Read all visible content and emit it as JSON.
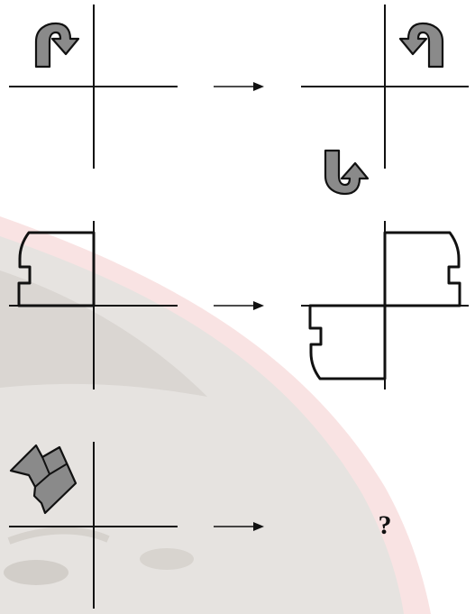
{
  "colors": {
    "background": "#ffffff",
    "watermark_face": "#e2dfdc",
    "watermark_rim": "#f7d6d6",
    "axis": "#111111",
    "shape_fill": "#8a8a8a",
    "shape_stroke": "#111111"
  },
  "icons": {
    "row1_source": "curved-arrow-icon",
    "row2_source": "notched-rectangle-icon",
    "row3_source": "flag-polygon-icon"
  },
  "rows": [
    {
      "name": "row-1",
      "result_shown": true
    },
    {
      "name": "row-2",
      "result_shown": true
    },
    {
      "name": "row-3",
      "result_shown": false
    }
  ],
  "answer": {
    "question_mark": "?"
  }
}
